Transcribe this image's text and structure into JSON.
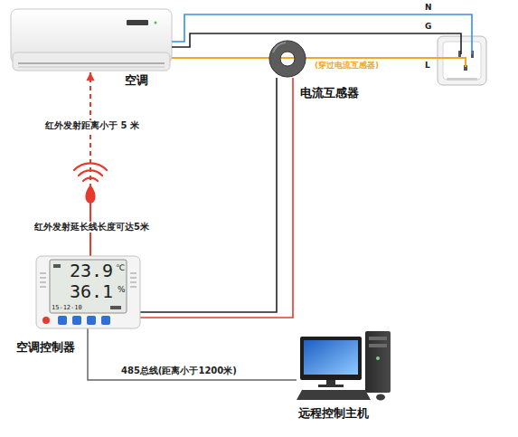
{
  "diagram": {
    "nodes": [
      {
        "text": [
          "空调"
        ]
      },
      {
        "text": [
          "电流互感器"
        ]
      },
      {
        "text": [
          "23.9",
          "℃",
          "36.1",
          "%",
          "15-12-10",
          "空调控制器"
        ]
      },
      {
        "text": [
          "远程控制主机"
        ]
      }
    ],
    "edges": [
      {
        "from": 2,
        "to": 0,
        "arrow": "to",
        "label": "红外发射距离小于 5 米"
      },
      {
        "from": 2,
        "to": 1,
        "arrow": "none"
      },
      {
        "from": 2,
        "to": 3,
        "arrow": "none",
        "label": "485总线(距离小于1200米)"
      },
      {
        "from": 0,
        "to": 1,
        "arrow": "none"
      }
    ],
    "labels": [
      "N",
      "G",
      "L",
      "(穿过电流互感器)",
      "红外发射延长线长度可达5米"
    ]
  }
}
